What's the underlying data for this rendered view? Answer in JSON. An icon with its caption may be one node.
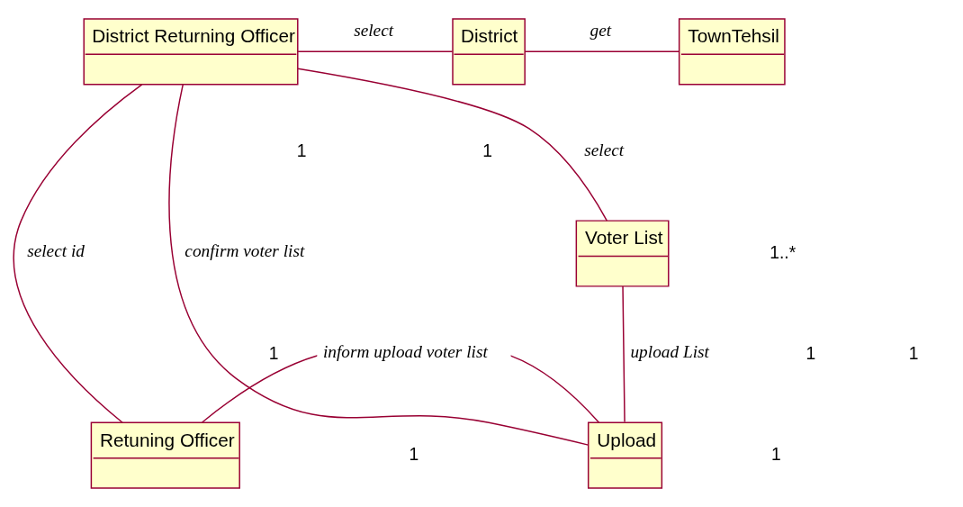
{
  "diagram": {
    "nodes": [
      {
        "text": [
          "District Returning Officer"
        ]
      },
      {
        "text": [
          "District"
        ]
      },
      {
        "text": [
          "TownTehsil"
        ]
      },
      {
        "text": [
          "Voter List"
        ]
      },
      {
        "text": [
          "Retuning Officer"
        ]
      },
      {
        "text": [
          "Upload"
        ]
      }
    ],
    "edges": [
      {
        "from": 0,
        "to": 1,
        "arrow": "none",
        "label": "select"
      },
      {
        "from": 1,
        "to": 2,
        "arrow": "none",
        "label": "get"
      },
      {
        "from": 0,
        "to": 3,
        "arrow": "none",
        "label": "select"
      },
      {
        "from": 0,
        "to": 5,
        "arrow": "none",
        "label": "confirm voter list"
      },
      {
        "from": 0,
        "to": 4,
        "arrow": "none",
        "label": "select id"
      },
      {
        "from": 3,
        "to": 5,
        "arrow": "none",
        "label": "upload List"
      },
      {
        "from": 4,
        "to": 5,
        "arrow": "none",
        "label": "inform upload voter list"
      }
    ],
    "labels": [
      "1",
      "1",
      "1",
      "1",
      "1",
      "1",
      "1..*",
      "1"
    ]
  }
}
